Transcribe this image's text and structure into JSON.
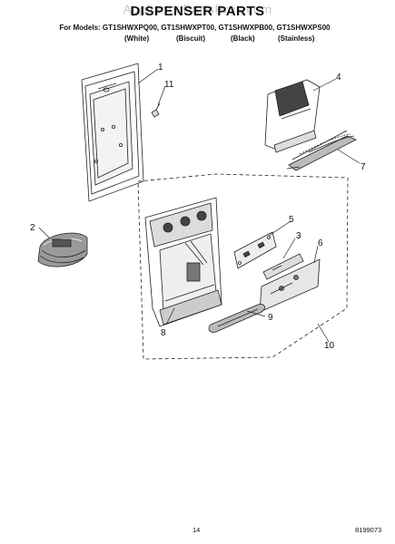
{
  "watermark": "AppliancePartsPros.com",
  "title": "DISPENSER PARTS",
  "models_line": "For Models: GT1SHWXPQ00, GT1SHWXPT00, GT1SHWXPB00, GT1SHWXPS00",
  "variants": [
    "(White)",
    "(Biscuit)",
    "(Black)",
    "(Stainless)"
  ],
  "callouts": [
    "1",
    "11",
    "4",
    "7",
    "2",
    "5",
    "3",
    "6",
    "8",
    "9",
    "10"
  ],
  "page_number": "14",
  "doc_number": "8199073"
}
